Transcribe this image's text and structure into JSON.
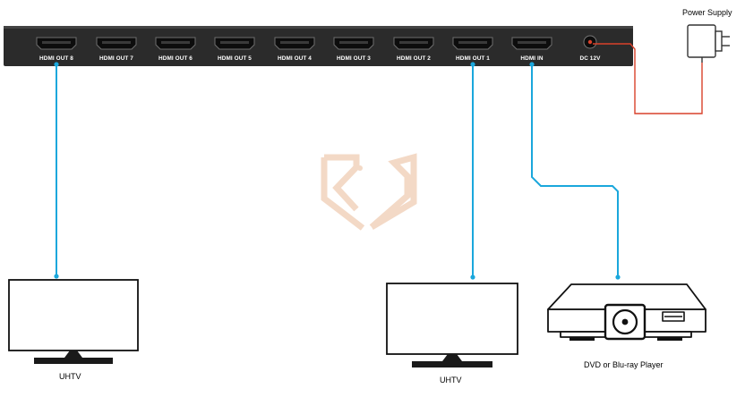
{
  "device": {
    "ports": [
      {
        "label": "HDMI OUT 8"
      },
      {
        "label": "HDMI OUT 7"
      },
      {
        "label": "HDMI OUT 6"
      },
      {
        "label": "HDMI OUT 5"
      },
      {
        "label": "HDMI OUT 4"
      },
      {
        "label": "HDMI OUT 3"
      },
      {
        "label": "HDMI OUT 2"
      },
      {
        "label": "HDMI OUT 1"
      },
      {
        "label": "HDMI IN"
      }
    ],
    "power_port_label": "DC 12V"
  },
  "power_supply": {
    "label": "Power Supply"
  },
  "displays": [
    {
      "label": "UHTV"
    },
    {
      "label": "UHTV"
    }
  ],
  "source": {
    "label": "DVD or Blu-ray Player"
  },
  "colors": {
    "device_body": "#2b2b2b",
    "hdmi_cable": "#1aa7dc",
    "power_cable": "#d9412b",
    "watermark": "#f3d9c6"
  }
}
